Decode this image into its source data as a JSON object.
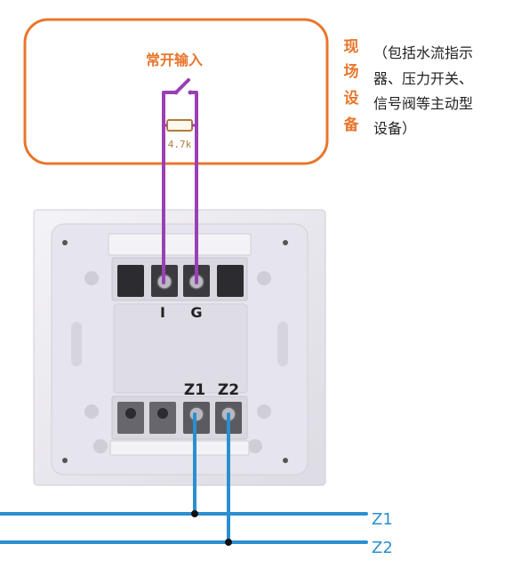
{
  "field_box": {
    "input_label": "常开输入",
    "resistor_label": "4.7k"
  },
  "field_device": {
    "title_chars": [
      "现",
      "场",
      "设",
      "备"
    ],
    "desc_lines": [
      "（包括水流指示",
      "器、压力开关、",
      "信号阀等主动型",
      "设备）"
    ]
  },
  "module": {
    "top_terminals": [
      "I",
      "G"
    ],
    "bottom_terminals": [
      "Z1",
      "Z2"
    ]
  },
  "bus": {
    "lines": [
      "Z1",
      "Z2"
    ]
  },
  "colors": {
    "orange": "#e8762b",
    "purple_wire": "#9b3fb5",
    "blue_wire": "#2a8fd0",
    "module_plate": "#eceaf0"
  }
}
